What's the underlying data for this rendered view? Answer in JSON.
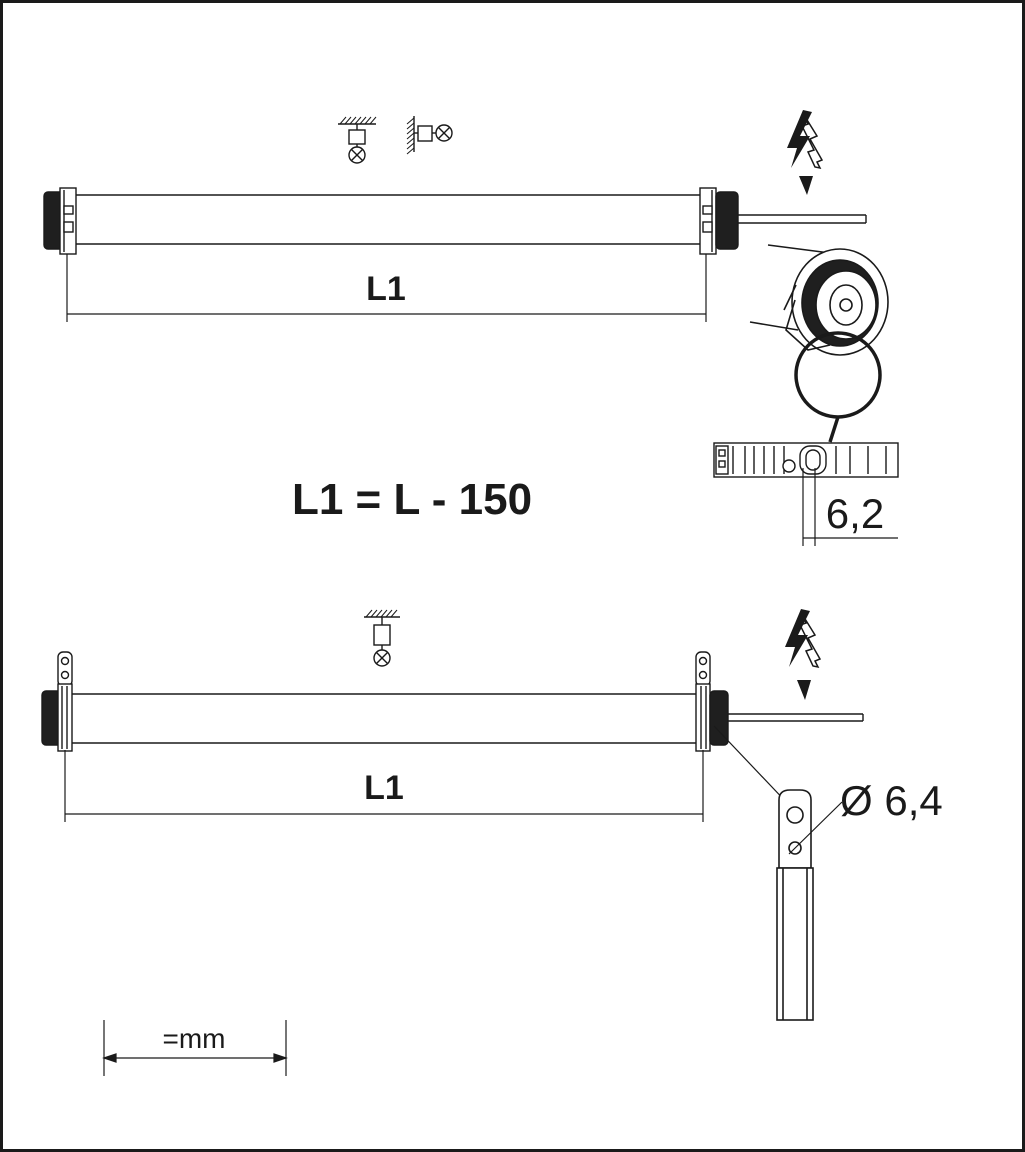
{
  "labels": {
    "top_length": "L1",
    "bottom_length": "L1",
    "formula": "L1 = L - 150",
    "slot_width": "6,2",
    "hole_diameter": "Ø 6,4",
    "unit_note": "=mm"
  },
  "colors": {
    "ink": "#1a1a1a",
    "dark_cap": "#1f1f1f",
    "background": "#ffffff"
  },
  "icons": [
    "ceiling-mount-icon",
    "wall-mount-icon",
    "lightning-bolt-icon"
  ]
}
